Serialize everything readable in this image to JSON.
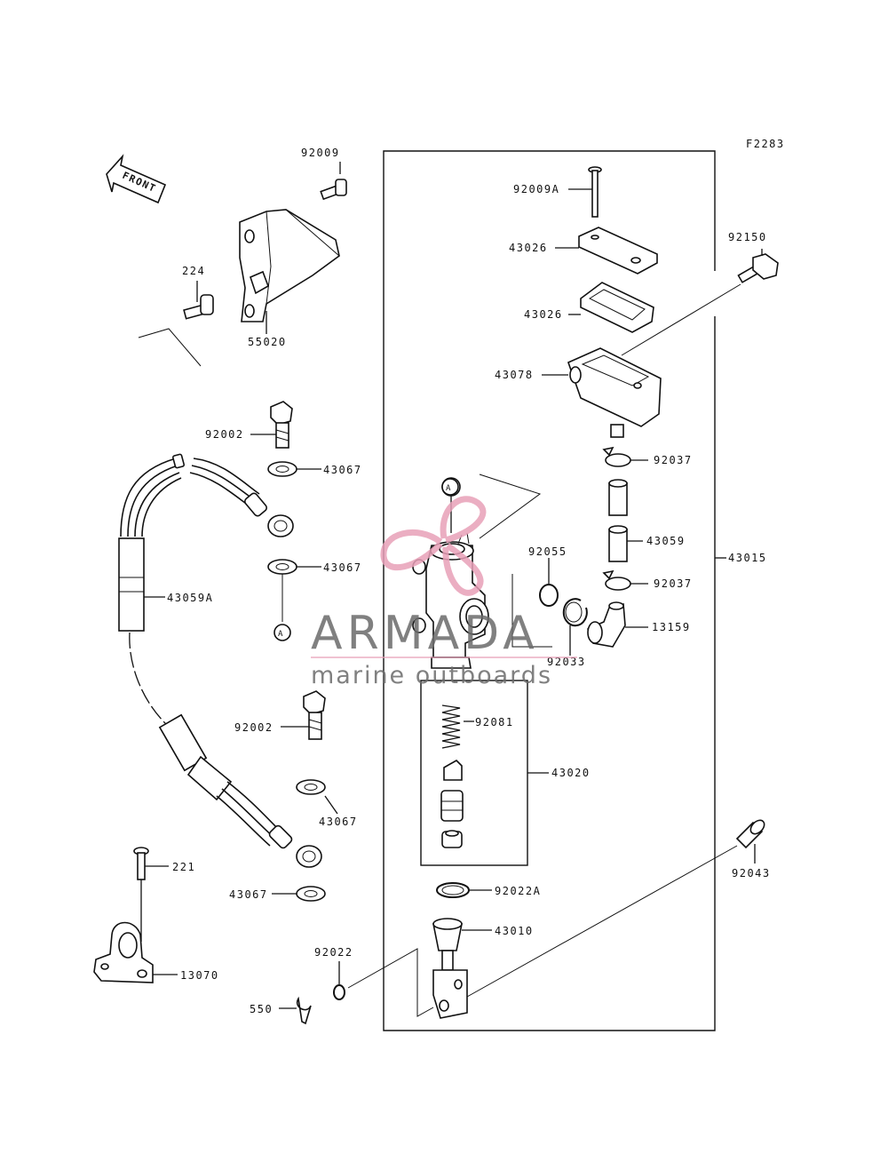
{
  "figure_code": "F2283",
  "front_label": "FRONT",
  "callout_a": "A",
  "watermark": {
    "brand": "ARMADA",
    "tagline": "marine outboards",
    "brand_color": "#6b6b6b",
    "accent_color": "#e8a0b8"
  },
  "parts": {
    "p92009": "92009",
    "p92009A": "92009A",
    "p92150": "92150",
    "p43026a": "43026",
    "p43026b": "43026",
    "p224": "224",
    "p55020": "55020",
    "p43078": "43078",
    "p92002a": "92002",
    "p43067a": "43067",
    "p92037a": "92037",
    "p43067b": "43067",
    "p43059": "43059",
    "p43015": "43015",
    "p92055": "92055",
    "p43059A": "43059A",
    "p92037b": "92037",
    "p13159": "13159",
    "p92033": "92033",
    "p92081": "92081",
    "p92002b": "92002",
    "p43020": "43020",
    "p43067c": "43067",
    "p221": "221",
    "p92043": "92043",
    "p43067d": "43067",
    "p92022A": "92022A",
    "p43010": "43010",
    "p92022": "92022",
    "p13070": "13070",
    "p550": "550"
  }
}
